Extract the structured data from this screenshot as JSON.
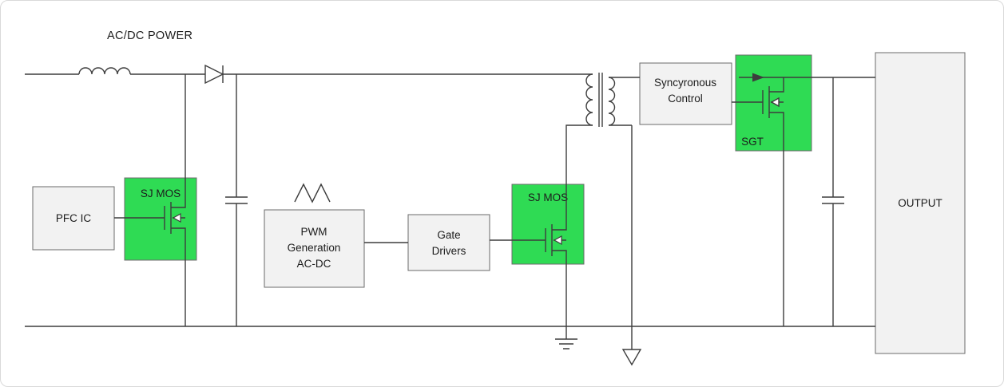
{
  "diagram": {
    "title": "AC/DC POWER",
    "colors": {
      "green": "#2FDB54",
      "gray_fill": "#F2F2F2",
      "box_border": "#6B6B6B",
      "wire": "#3D3D3D"
    },
    "icons": {
      "inductor": "coil-bumps",
      "diode": "triangle-with-bar",
      "dc_bus_capacitor": "parallel-plates",
      "output_capacitor": "parallel-plates",
      "transformer": "dual-coil-with-core",
      "pfc_mosfet": "n-channel-mosfet",
      "main_mosfet": "n-channel-mosfet",
      "sgt_mosfet": "n-channel-mosfet",
      "earth_ground": "three-bar-ground",
      "signal_ground": "triangle-ground",
      "pwm_waveform": "sawtooth-zigzag",
      "current_arrow": "right-arrow"
    },
    "nodes": {
      "pfc_ic": {
        "label": "PFC IC"
      },
      "sj_mos_pfc": {
        "label": "SJ MOS"
      },
      "pwm_generation": {
        "line1": "PWM",
        "line2": "Generation",
        "line3": "AC-DC"
      },
      "gate_drivers": {
        "line1": "Gate",
        "line2": "Drivers"
      },
      "sj_mos_main": {
        "label": "SJ MOS"
      },
      "sync_control": {
        "line1": "Syncyronous",
        "line2": "Control"
      },
      "sgt": {
        "label": "SGT"
      },
      "output": {
        "label": "OUTPUT"
      }
    }
  }
}
